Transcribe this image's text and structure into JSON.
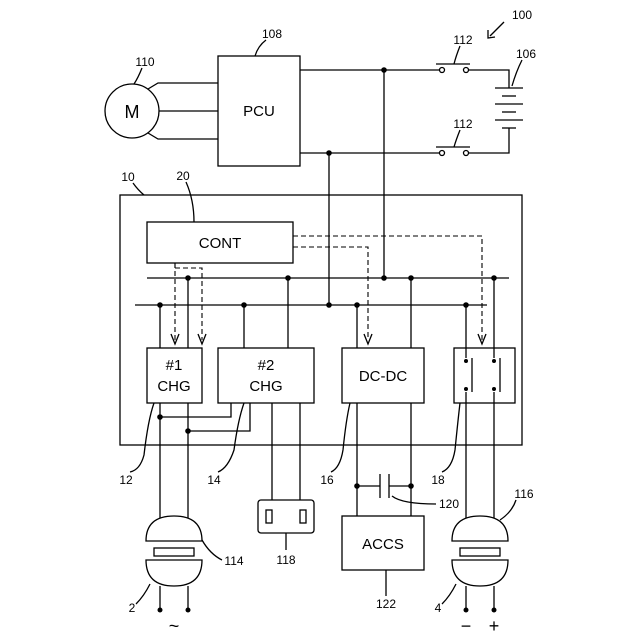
{
  "labels": {
    "motor": "M",
    "pcu": "PCU",
    "cont": "CONT",
    "chg1_line1": "#1",
    "chg1_line2": "CHG",
    "chg2_line1": "#2",
    "chg2_line2": "CHG",
    "dcdc": "DC-DC",
    "accs": "ACCS",
    "ac_symbol": "~",
    "minus": "−",
    "plus": "+"
  },
  "refs": {
    "r100": "100",
    "r108": "108",
    "r110": "110",
    "r112_top": "112",
    "r112_bottom": "112",
    "r106": "106",
    "r10": "10",
    "r20": "20",
    "r12": "12",
    "r14": "14",
    "r16": "16",
    "r18": "18",
    "r120": "120",
    "r116": "116",
    "r114": "114",
    "r118": "118",
    "r122": "122",
    "r2": "2",
    "r4": "4"
  }
}
